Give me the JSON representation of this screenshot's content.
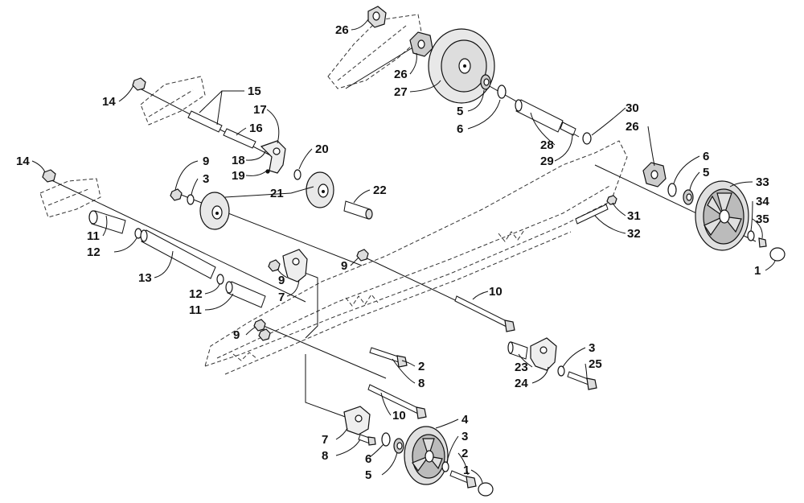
{
  "diagram": {
    "type": "exploded-parts-diagram",
    "callouts": [
      {
        "id": "c26a",
        "label": "26"
      },
      {
        "id": "c26b",
        "label": "26"
      },
      {
        "id": "c27",
        "label": "27"
      },
      {
        "id": "c5a",
        "label": "5"
      },
      {
        "id": "c6a",
        "label": "6"
      },
      {
        "id": "c28",
        "label": "28"
      },
      {
        "id": "c29",
        "label": "29"
      },
      {
        "id": "c30",
        "label": "30"
      },
      {
        "id": "c26c",
        "label": "26"
      },
      {
        "id": "c6b",
        "label": "6"
      },
      {
        "id": "c5b",
        "label": "5"
      },
      {
        "id": "c33",
        "label": "33"
      },
      {
        "id": "c34",
        "label": "34"
      },
      {
        "id": "c35",
        "label": "35"
      },
      {
        "id": "c1a",
        "label": "1"
      },
      {
        "id": "c31",
        "label": "31"
      },
      {
        "id": "c32",
        "label": "32"
      },
      {
        "id": "c14a",
        "label": "14"
      },
      {
        "id": "c15",
        "label": "15"
      },
      {
        "id": "c17",
        "label": "17"
      },
      {
        "id": "c16",
        "label": "16"
      },
      {
        "id": "c18",
        "label": "18"
      },
      {
        "id": "c19",
        "label": "19"
      },
      {
        "id": "c20",
        "label": "20"
      },
      {
        "id": "c14b",
        "label": "14"
      },
      {
        "id": "c9a",
        "label": "9"
      },
      {
        "id": "c3a",
        "label": "3"
      },
      {
        "id": "c21",
        "label": "21"
      },
      {
        "id": "c22",
        "label": "22"
      },
      {
        "id": "c11a",
        "label": "11"
      },
      {
        "id": "c12a",
        "label": "12"
      },
      {
        "id": "c13",
        "label": "13"
      },
      {
        "id": "c12b",
        "label": "12"
      },
      {
        "id": "c11b",
        "label": "11"
      },
      {
        "id": "c9b",
        "label": "9"
      },
      {
        "id": "c9c",
        "label": "9"
      },
      {
        "id": "c7a",
        "label": "7"
      },
      {
        "id": "c9d",
        "label": "9"
      },
      {
        "id": "c10a",
        "label": "10"
      },
      {
        "id": "c2a",
        "label": "2"
      },
      {
        "id": "c8a",
        "label": "8"
      },
      {
        "id": "c23",
        "label": "23"
      },
      {
        "id": "c24",
        "label": "24"
      },
      {
        "id": "c3b",
        "label": "3"
      },
      {
        "id": "c25",
        "label": "25"
      },
      {
        "id": "c10b",
        "label": "10"
      },
      {
        "id": "c4",
        "label": "4"
      },
      {
        "id": "c7b",
        "label": "7"
      },
      {
        "id": "c8b",
        "label": "8"
      },
      {
        "id": "c6c",
        "label": "6"
      },
      {
        "id": "c3c",
        "label": "3"
      },
      {
        "id": "c2b",
        "label": "2"
      },
      {
        "id": "c1b",
        "label": "1"
      },
      {
        "id": "c5c",
        "label": "5"
      }
    ]
  }
}
